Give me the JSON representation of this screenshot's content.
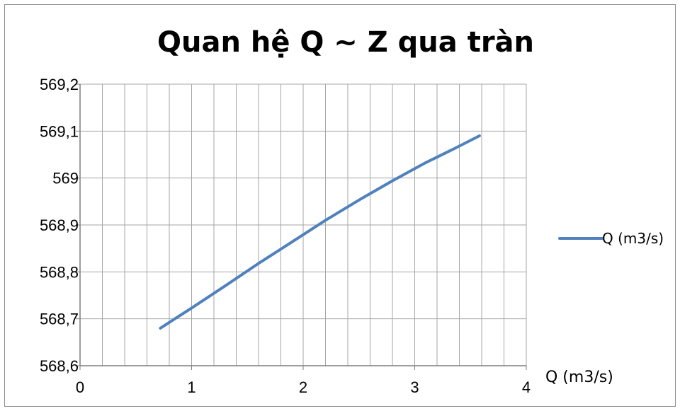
{
  "chart_data": {
    "type": "line",
    "title": "Quan hệ Q ~ Z qua tràn",
    "xlabel": "Q (m3/s)",
    "ylabel": "",
    "xlim": [
      0,
      4
    ],
    "ylim": [
      568.6,
      569.2
    ],
    "x_ticks": [
      "0",
      "1",
      "2",
      "3",
      "4"
    ],
    "y_ticks": [
      "568,6",
      "568,7",
      "568,8",
      "568,9",
      "569",
      "569,1",
      "569,2"
    ],
    "grid": true,
    "legend_position": "right",
    "series": [
      {
        "name": "Q (m3/s)",
        "color": "#4f81bd",
        "x": [
          0.72,
          1.0,
          1.3,
          1.6,
          1.9,
          2.2,
          2.5,
          2.8,
          3.1,
          3.35,
          3.58
        ],
        "y": [
          568.68,
          568.723,
          568.77,
          568.818,
          568.864,
          568.91,
          568.953,
          568.994,
          569.033,
          569.062,
          569.09
        ]
      }
    ]
  }
}
